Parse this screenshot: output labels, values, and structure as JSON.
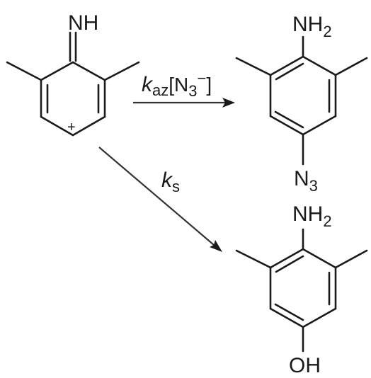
{
  "reactant": {
    "imine_label": "NH",
    "charge": "+"
  },
  "reaction_azide": {
    "rate_constant": "k",
    "rate_constant_subscript": "az",
    "reagent_open": "[N",
    "reagent_subscript": "3",
    "reagent_superscript": "−",
    "reagent_close": "]"
  },
  "reaction_solvent": {
    "rate_constant": "k",
    "rate_constant_subscript": "s"
  },
  "product_azide": {
    "amine_label": "NH",
    "amine_subscript": "2",
    "azide_label": "N",
    "azide_subscript": "3"
  },
  "product_phenol": {
    "amine_label": "NH",
    "amine_subscript": "2",
    "hydroxyl_label": "OH"
  },
  "colors": {
    "ink": "#1a1a1a",
    "arrow": "#333333",
    "background": "#ffffff"
  }
}
